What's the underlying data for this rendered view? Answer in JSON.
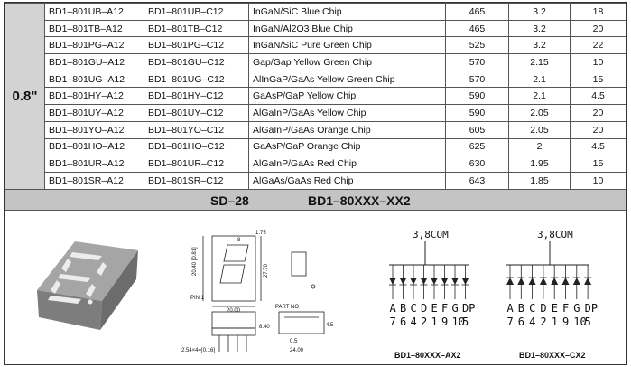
{
  "size_label": "0.8\"",
  "rows": [
    {
      "a": "BD1–801UB–A12",
      "c": "BD1–801UB–C12",
      "chip": "InGaN/SiC  Blue Chip",
      "wl": "465",
      "vf": "3.2",
      "iv": "18"
    },
    {
      "a": "BD1–801TB–A12",
      "c": "BD1–801TB–C12",
      "chip": "InGaN/Al2O3 Blue Chip",
      "wl": "465",
      "vf": "3.2",
      "iv": "20"
    },
    {
      "a": "BD1–801PG–A12",
      "c": "BD1–801PG–C12",
      "chip": "InGaN/SiC Pure Green Chip",
      "wl": "525",
      "vf": "3.2",
      "iv": "22"
    },
    {
      "a": "BD1–801GU–A12",
      "c": "BD1–801GU–C12",
      "chip": "Gap/Gap Yellow Green  Chip",
      "wl": "570",
      "vf": "2.15",
      "iv": "10"
    },
    {
      "a": "BD1–801UG–A12",
      "c": "BD1–801UG–C12",
      "chip": "AlInGaP/GaAs Yellow Green Chip",
      "wl": "570",
      "vf": "2.1",
      "iv": "15"
    },
    {
      "a": "BD1–801HY–A12",
      "c": "BD1–801HY–C12",
      "chip": "GaAsP/GaP Yellow  Chip",
      "wl": "590",
      "vf": "2.1",
      "iv": "4.5"
    },
    {
      "a": "BD1–801UY–A12",
      "c": "BD1–801UY–C12",
      "chip": "AlGaInP/GaAs Yellow  Chip",
      "wl": "590",
      "vf": "2.05",
      "iv": "20"
    },
    {
      "a": "BD1–801YO–A12",
      "c": "BD1–801YO–C12",
      "chip": "AlGaInP/GaAs Orange  Chip",
      "wl": "605",
      "vf": "2.05",
      "iv": "20"
    },
    {
      "a": "BD1–801HO–A12",
      "c": "BD1–801HO–C12",
      "chip": "GaAsP/GaP Orange  Chip",
      "wl": "625",
      "vf": "2",
      "iv": "4.5"
    },
    {
      "a": "BD1–801UR–A12",
      "c": "BD1–801UR–C12",
      "chip": "AlGaInP/GaAs Red  Chip",
      "wl": "630",
      "vf": "1.95",
      "iv": "15"
    },
    {
      "a": "BD1–801SR–A12",
      "c": "BD1–801SR–C12",
      "chip": "AlGaAs/GaAs Red Chip",
      "wl": "643",
      "vf": "1.85",
      "iv": "10"
    }
  ],
  "band": {
    "package": "SD–28",
    "series": "BD1–80XXX–XX2"
  },
  "drawing": {
    "dims": {
      "d1": "20.40 [0.81]",
      "d2": "27.70",
      "d3": "20.00",
      "d4": "8.40",
      "d5": "4.5",
      "d6": "0.5",
      "d7": "24.00",
      "d8": "2.54×4=[0.16]",
      "d9": "1.75",
      "d10": "8",
      "d11": "PIN 1",
      "d12": "PART NO"
    },
    "com_label": "3,8COM",
    "seg_letters": [
      "A",
      "B",
      "C",
      "D",
      "E",
      "F",
      "G",
      "DP"
    ],
    "pin_numbers": [
      "7",
      "6",
      "4",
      "2",
      "1",
      "9",
      "10",
      "5"
    ],
    "caption_a": "BD1–80XXX–AX2",
    "caption_c": "BD1–80XXX–CX2"
  },
  "colors": {
    "band": "#c4c4c4",
    "size_cell": "#d3d3d3",
    "display_body": "#8f8f8f"
  }
}
